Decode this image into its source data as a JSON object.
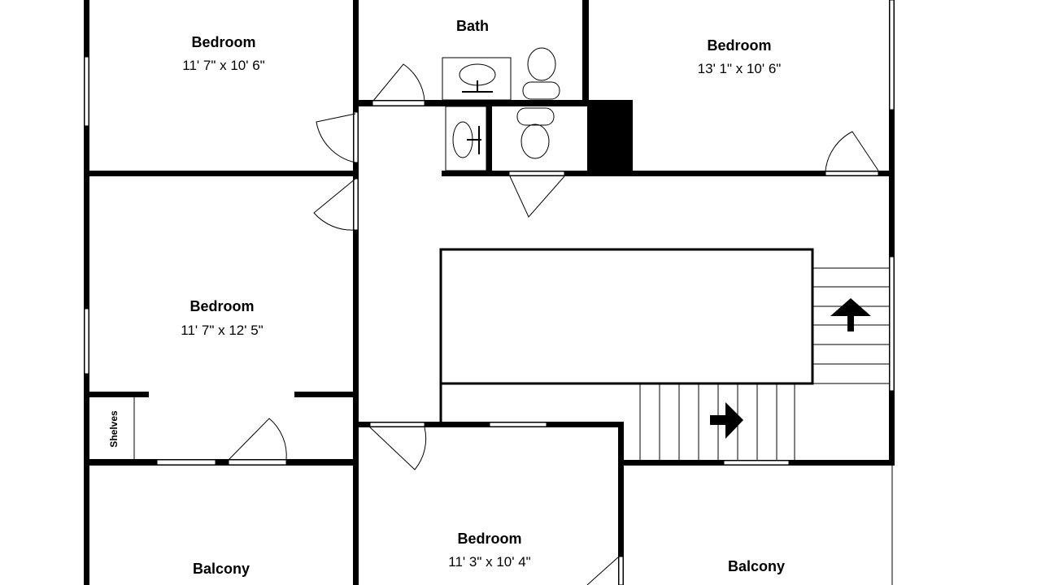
{
  "rooms": {
    "bedroom_top_left": {
      "name": "Bedroom",
      "size": "11' 7\" x 10' 6\""
    },
    "bath": {
      "name": "Bath"
    },
    "bedroom_top_right": {
      "name": "Bedroom",
      "size": "13' 1\" x 10' 6\""
    },
    "bedroom_mid_left": {
      "name": "Bedroom",
      "size": "11' 7\" x 12' 5\""
    },
    "shelves": {
      "name": "Shelves"
    },
    "balcony_left": {
      "name": "Balcony"
    },
    "bedroom_bottom": {
      "name": "Bedroom",
      "size": "11' 3\" x 10' 4\""
    },
    "balcony_right": {
      "name": "Balcony"
    }
  }
}
